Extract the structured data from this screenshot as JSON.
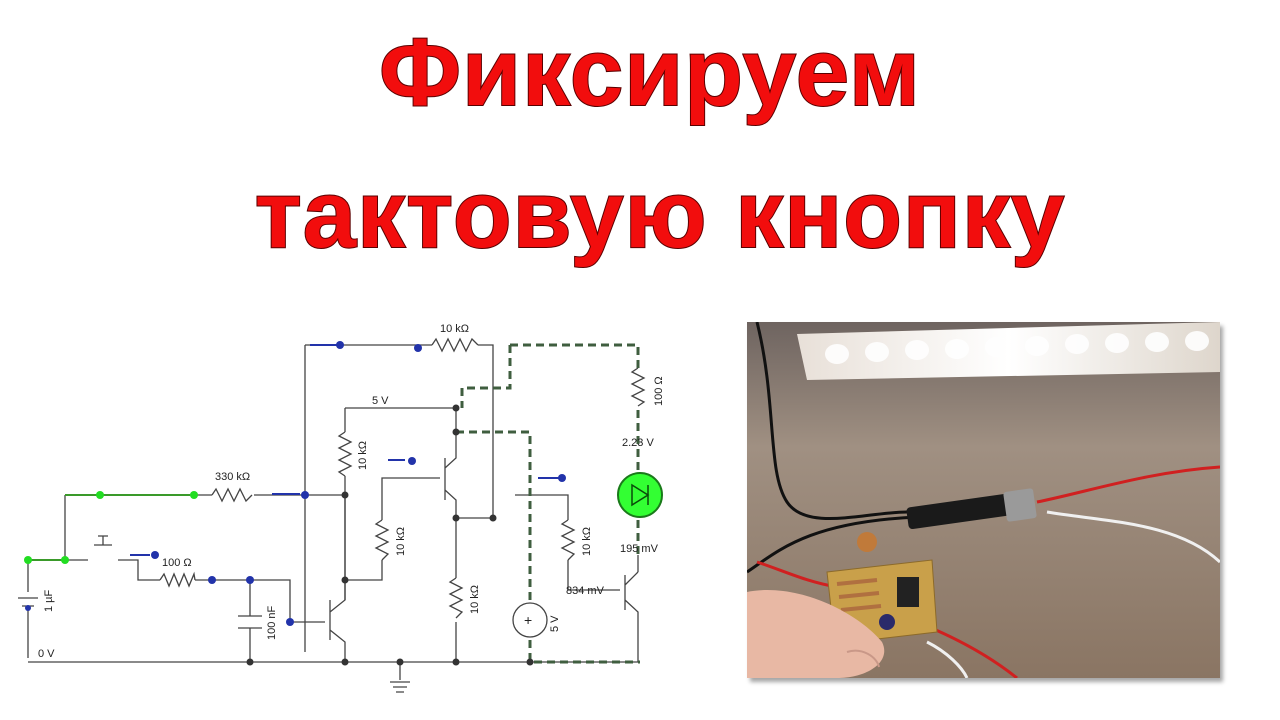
{
  "title": {
    "line1": "Фиксируем",
    "line2": "тактовую кнопку",
    "color": "#f20d0d"
  },
  "schematic": {
    "labels": {
      "r_feedback": "10 kΩ",
      "supply_rail": "5 V",
      "r_base": "330 kΩ",
      "r_button": "100 Ω",
      "cap_timing": "100 nF",
      "cap_input": "1 µF",
      "ground": "0 V",
      "r_pull1": "10 kΩ",
      "r_pull2": "10 kΩ",
      "r_pull3": "10 kΩ",
      "r_pull4": "10 kΩ",
      "r_led": "100 Ω",
      "led_voltage": "2.23 V",
      "q_out_collector": "195 mV",
      "q_out_base": "834 mV",
      "source": "5 V"
    },
    "colors": {
      "wire": "#444444",
      "active_wire": "#3a9a2a",
      "dashed_wire": "#3f5e3f",
      "node_green": "#22dd22",
      "node_blue": "#2233aa",
      "led_glow": "#33ff33"
    }
  },
  "photo": {
    "description_icon": "circuit-board-photo"
  }
}
